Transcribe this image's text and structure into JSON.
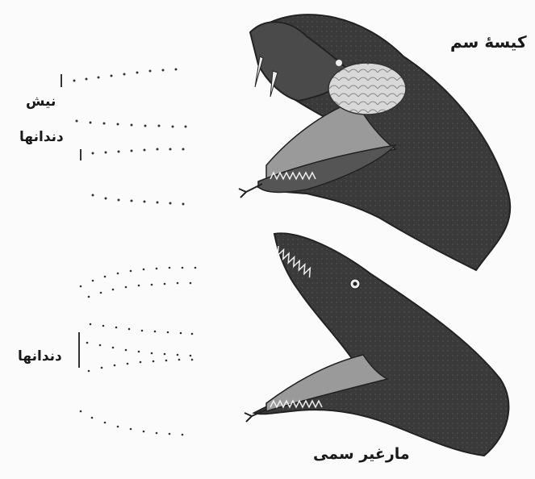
{
  "labels": {
    "venom_gland": "کیسهٔ سم",
    "fang": "نیش",
    "teeth_top": "دندانها",
    "teeth_bottom": "دندانها",
    "non_venomous_snake": "مارغیر سمی"
  },
  "colors": {
    "snake_body": "#3a3a3a",
    "snake_dark": "#222222",
    "mouth_inner": "#9a9a9a",
    "gland": "#cfcfcf",
    "dots": "#333333"
  }
}
